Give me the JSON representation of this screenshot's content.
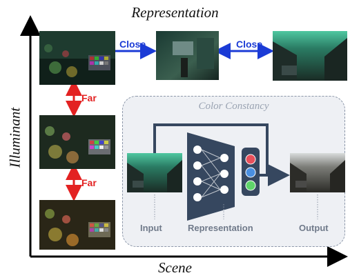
{
  "title": "Representation",
  "axis_x_label": "Scene",
  "axis_y_label": "Illuminant",
  "close_label": "Close",
  "far_label": "Far",
  "box_title": "Color Constancy",
  "input_label": "Input",
  "representation_label": "Representation",
  "output_label": "Output",
  "colors": {
    "close_arrow": "#1b3bd6",
    "far_arrow": "#e32222",
    "network": "#36475f",
    "box_fill": "#eef0f4",
    "node_red": "#e8505b",
    "node_blue": "#4a8fe0",
    "node_green": "#5fd46a"
  }
}
